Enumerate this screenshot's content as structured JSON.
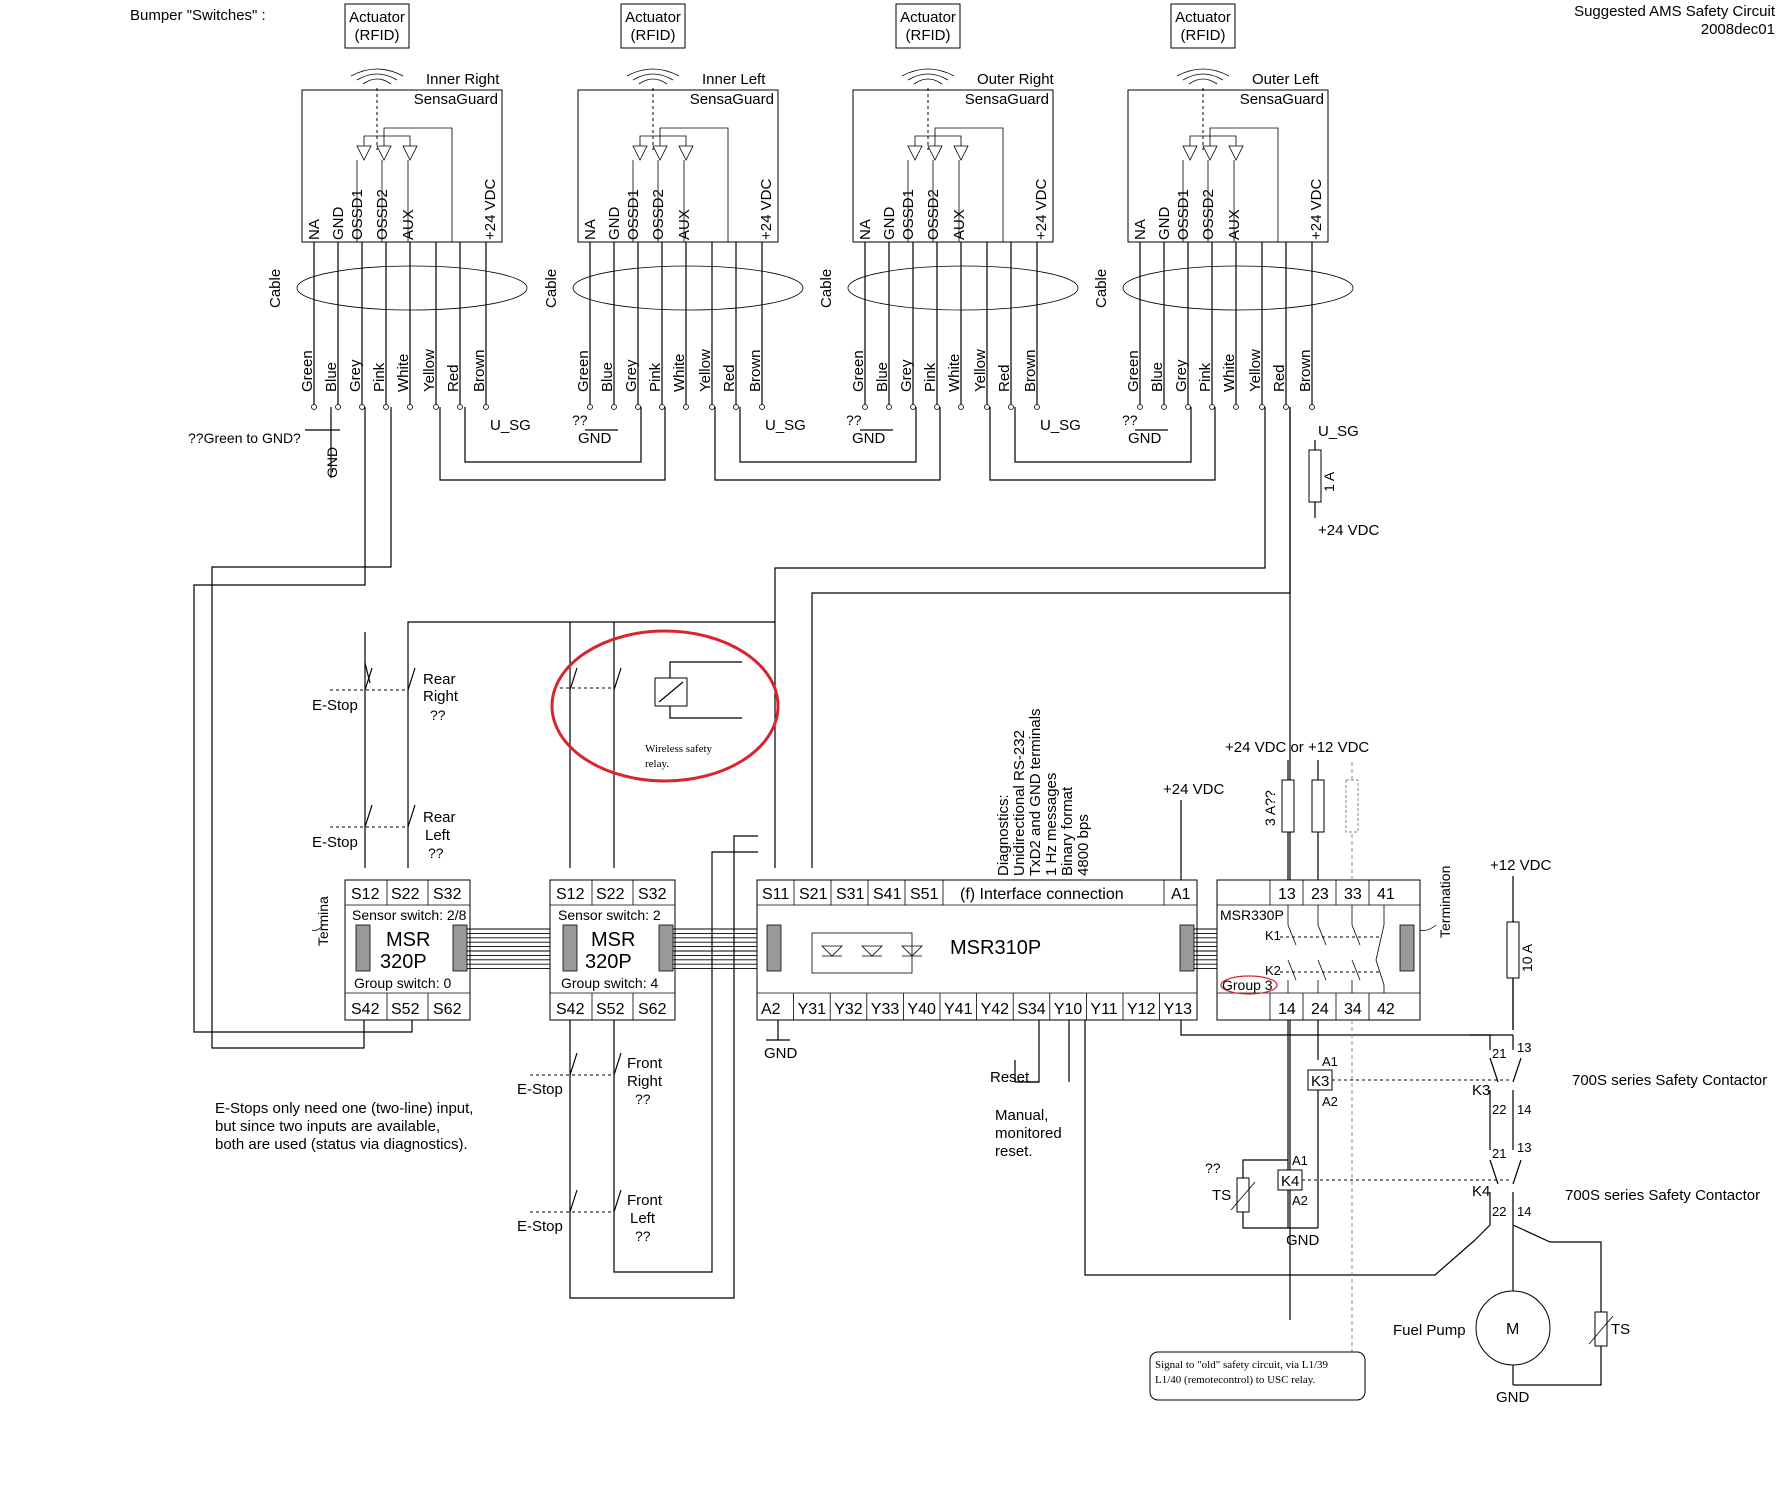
{
  "header": {
    "bumper_title": "Bumper \"Switches\" :",
    "title_line1": "Suggested AMS Safety Circuit",
    "title_line2": "2008dec01"
  },
  "sensaguards": [
    {
      "actuator": "Actuator",
      "rfid": "(RFID)",
      "position": "Inner Right",
      "brand": "SensaGuard"
    },
    {
      "actuator": "Actuator",
      "rfid": "(RFID)",
      "position": "Inner Left",
      "brand": "SensaGuard"
    },
    {
      "actuator": "Actuator",
      "rfid": "(RFID)",
      "position": "Outer Right",
      "brand": "SensaGuard"
    },
    {
      "actuator": "Actuator",
      "rfid": "(RFID)",
      "position": "Outer Left",
      "brand": "SensaGuard"
    }
  ],
  "pins": [
    "NA",
    "GND",
    "OSSD1",
    "OSSD2",
    "AUX",
    "+24 VDC"
  ],
  "cable_label": "Cable",
  "wire_colors": [
    "Green",
    "Blue",
    "Grey",
    "Pink",
    "White",
    "Yellow",
    "Red",
    "Brown"
  ],
  "bumper_notes": {
    "green_to_gnd": "??Green to GND?",
    "gnd": "GND",
    "qq": "??",
    "u_sg": "U_SG",
    "fuse_1a": "1 A",
    "supply_24": "+24 VDC"
  },
  "estops": {
    "estop": "E-Stop",
    "rear_right": [
      "Rear",
      "Right",
      "??"
    ],
    "rear_left": [
      "Rear",
      "Left",
      "??"
    ],
    "front_right": [
      "Front",
      "Right",
      "??"
    ],
    "front_left": [
      "Front",
      "Left",
      "??"
    ]
  },
  "wireless": [
    "Wireless safety",
    "relay."
  ],
  "msr320_a": {
    "terminals_top": [
      "S12",
      "S22",
      "S32"
    ],
    "terminals_bottom": [
      "S42",
      "S52",
      "S62"
    ],
    "sensor": "Sensor switch: 2/8",
    "name1": "MSR",
    "name2": "320P",
    "group": "Group switch: 0",
    "termina": "Termina"
  },
  "msr320_b": {
    "terminals_top": [
      "S12",
      "S22",
      "S32"
    ],
    "terminals_bottom": [
      "S42",
      "S52",
      "S62"
    ],
    "sensor": "Sensor switch: 2",
    "name1": "MSR",
    "name2": "320P",
    "group": "Group switch: 4"
  },
  "msr310": {
    "terminals_top": [
      "S11",
      "S21",
      "S31",
      "S41",
      "S51"
    ],
    "interface": "(f)  Interface connection",
    "a1": "A1",
    "name": "MSR310P",
    "terminals_bottom": [
      "A2",
      "Y31",
      "Y32",
      "Y33",
      "Y40",
      "Y41",
      "Y42",
      "S34",
      "Y10",
      "Y11",
      "Y12",
      "Y13"
    ],
    "gnd": "GND",
    "reset": "Reset",
    "reset_note": [
      "Manual,",
      "monitored",
      "reset."
    ],
    "diagnostics": [
      "Diagnostics:",
      "Unidirectional RS-232",
      "TxD2 and GND terminals",
      "1 Hz messages",
      "Binary format",
      "4800 bps"
    ],
    "supply": "+24 VDC"
  },
  "msr330": {
    "terminals_top": [
      "13",
      "23",
      "33",
      "41"
    ],
    "terminals_bottom": [
      "14",
      "24",
      "34",
      "42"
    ],
    "name": "MSR330P",
    "k1": "K1",
    "k2": "K2",
    "group": "Group 3",
    "termination": "Termination",
    "supply": "+24 VDC or +12 VDC",
    "fuse": "3 A??"
  },
  "contactors": {
    "k3": "K3",
    "k4": "K4",
    "a1": "A1",
    "a2": "A2",
    "ts": "TS",
    "qq": "??",
    "gnd": "GND",
    "label": "700S series Safety Contactor",
    "n21": "21",
    "n13": "13",
    "n22": "22",
    "n14": "14"
  },
  "pump": {
    "supply": "+12 VDC",
    "fuse": "10 A",
    "name": "Fuel Pump",
    "motor": "M",
    "ts": "TS",
    "gnd": "GND"
  },
  "old_signal": [
    "Signal to \"old\" safety circuit, via L1/39",
    "L1/40 (remotecontrol) to USC relay."
  ],
  "notes": {
    "estop_note": [
      "E-Stops only need one (two-line) input,",
      "but since two inputs are available,",
      "both are used (status via diagnostics)."
    ]
  }
}
